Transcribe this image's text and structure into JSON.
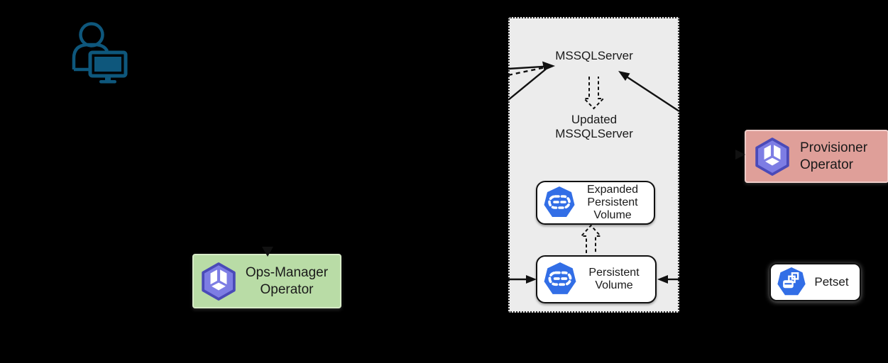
{
  "colors": {
    "background": "#000000",
    "panelgray": "#ececec",
    "k8sblue": "#326ee6",
    "cubefill": "#7d7de4",
    "cubedark": "#4a4ab8",
    "greenbox": "#b9dca6",
    "greenborder": "#d8ecc8",
    "pinkbox": "#df9f99",
    "pinkborder": "#efcdc9",
    "personblue": "#0e577c",
    "text": "#1a1a1a",
    "arrow": "#111111"
  },
  "actors": {
    "user": {
      "icon": "person-at-computer-icon"
    }
  },
  "panel": {
    "mssqlserver_label": "MSSQLServer",
    "updated_lines": [
      "Updated",
      "MSSQLServer"
    ],
    "expanded_pv": {
      "icon": "kubernetes-pv-icon",
      "label_lines": [
        "Expanded",
        "Persistent",
        "Volume"
      ]
    },
    "pv": {
      "icon": "kubernetes-pv-icon",
      "label_lines": [
        "Persistent",
        "Volume"
      ]
    }
  },
  "operators": {
    "ops_manager": {
      "icon": "operator-cube-icon",
      "label_lines": [
        "Ops-Manager",
        "Operator"
      ]
    },
    "provisioner": {
      "icon": "operator-cube-icon",
      "label_lines": [
        "Provisioner",
        "Operator"
      ]
    },
    "petset": {
      "icon": "kubernetes-petset-icon",
      "label": "Petset"
    }
  }
}
